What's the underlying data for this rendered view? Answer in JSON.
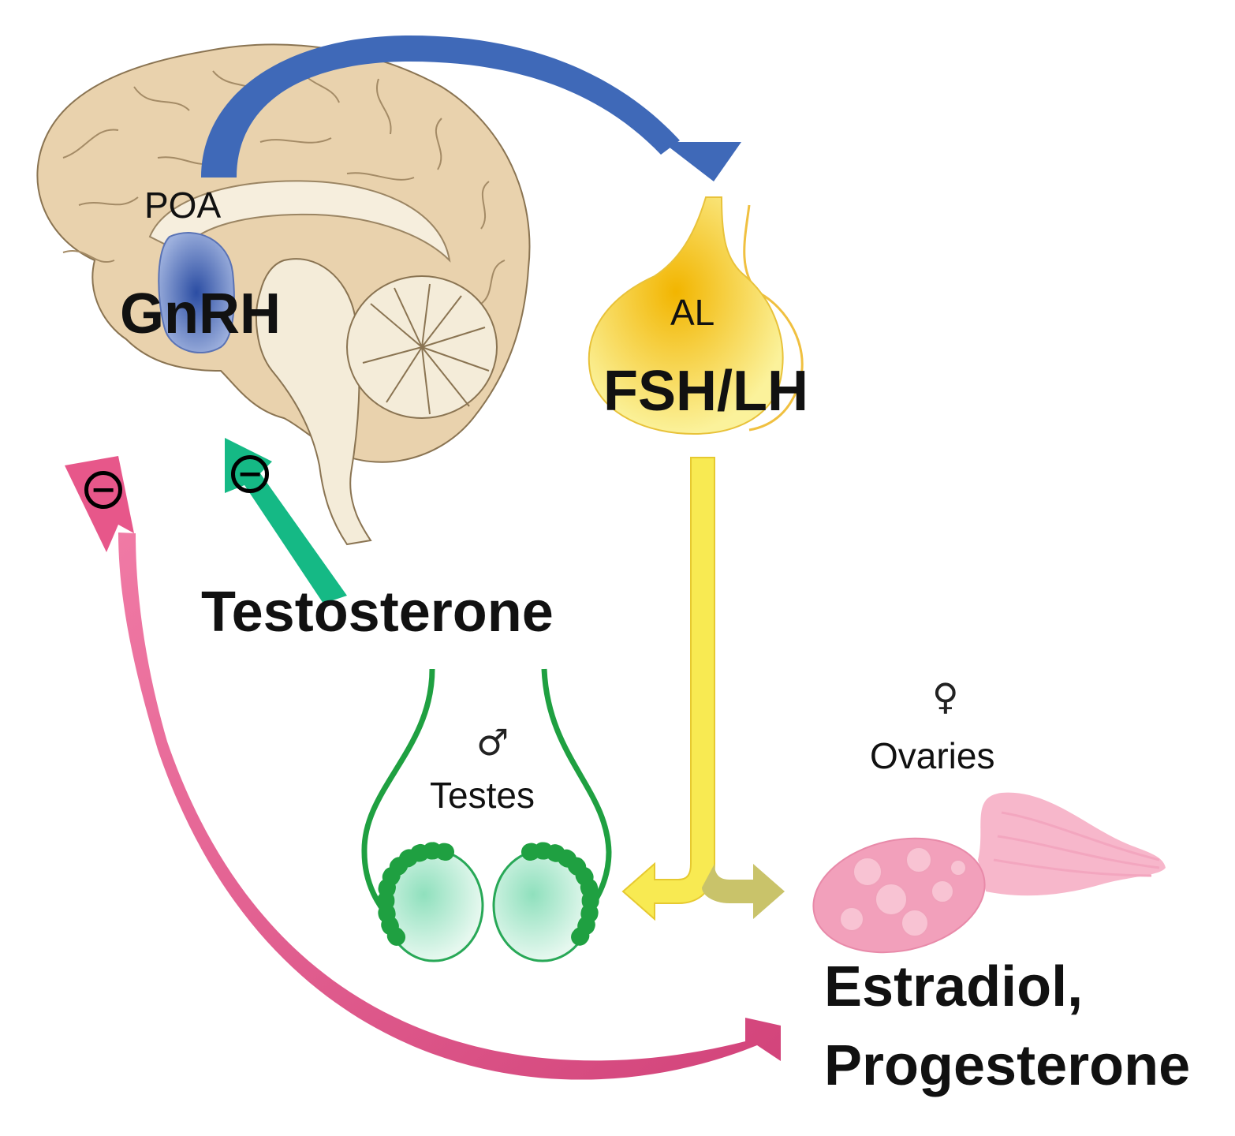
{
  "labels": {
    "poa": "POA",
    "gnrh": "GnRH",
    "al": "AL",
    "fsh_lh": "FSH/LH",
    "testosterone": "Testosterone",
    "male_symbol": "♂",
    "testes": "Testes",
    "female_symbol": "♀",
    "ovaries": "Ovaries",
    "estradiol": "Estradiol,",
    "progesterone": "Progesterone"
  },
  "inhibition": {
    "pink_feedback": "−",
    "green_feedback": "−"
  },
  "colors": {
    "brain": "#e9d2ad",
    "brain_outline": "#8a7452",
    "brainstem": "#f4ecd9",
    "poa_region": "#6f86c4",
    "pituitary": "#f5cf1f",
    "testes": "#bfeed8",
    "testes_outline": "#1fa041",
    "ovary": "#f2a0bb",
    "blue_arrow": "#3f69b8",
    "yellow_arrow": "#f8ea52",
    "olive_arrow": "#c9c36a",
    "green_arrow": "#15b985",
    "pink_arrow": "#e7578a"
  }
}
